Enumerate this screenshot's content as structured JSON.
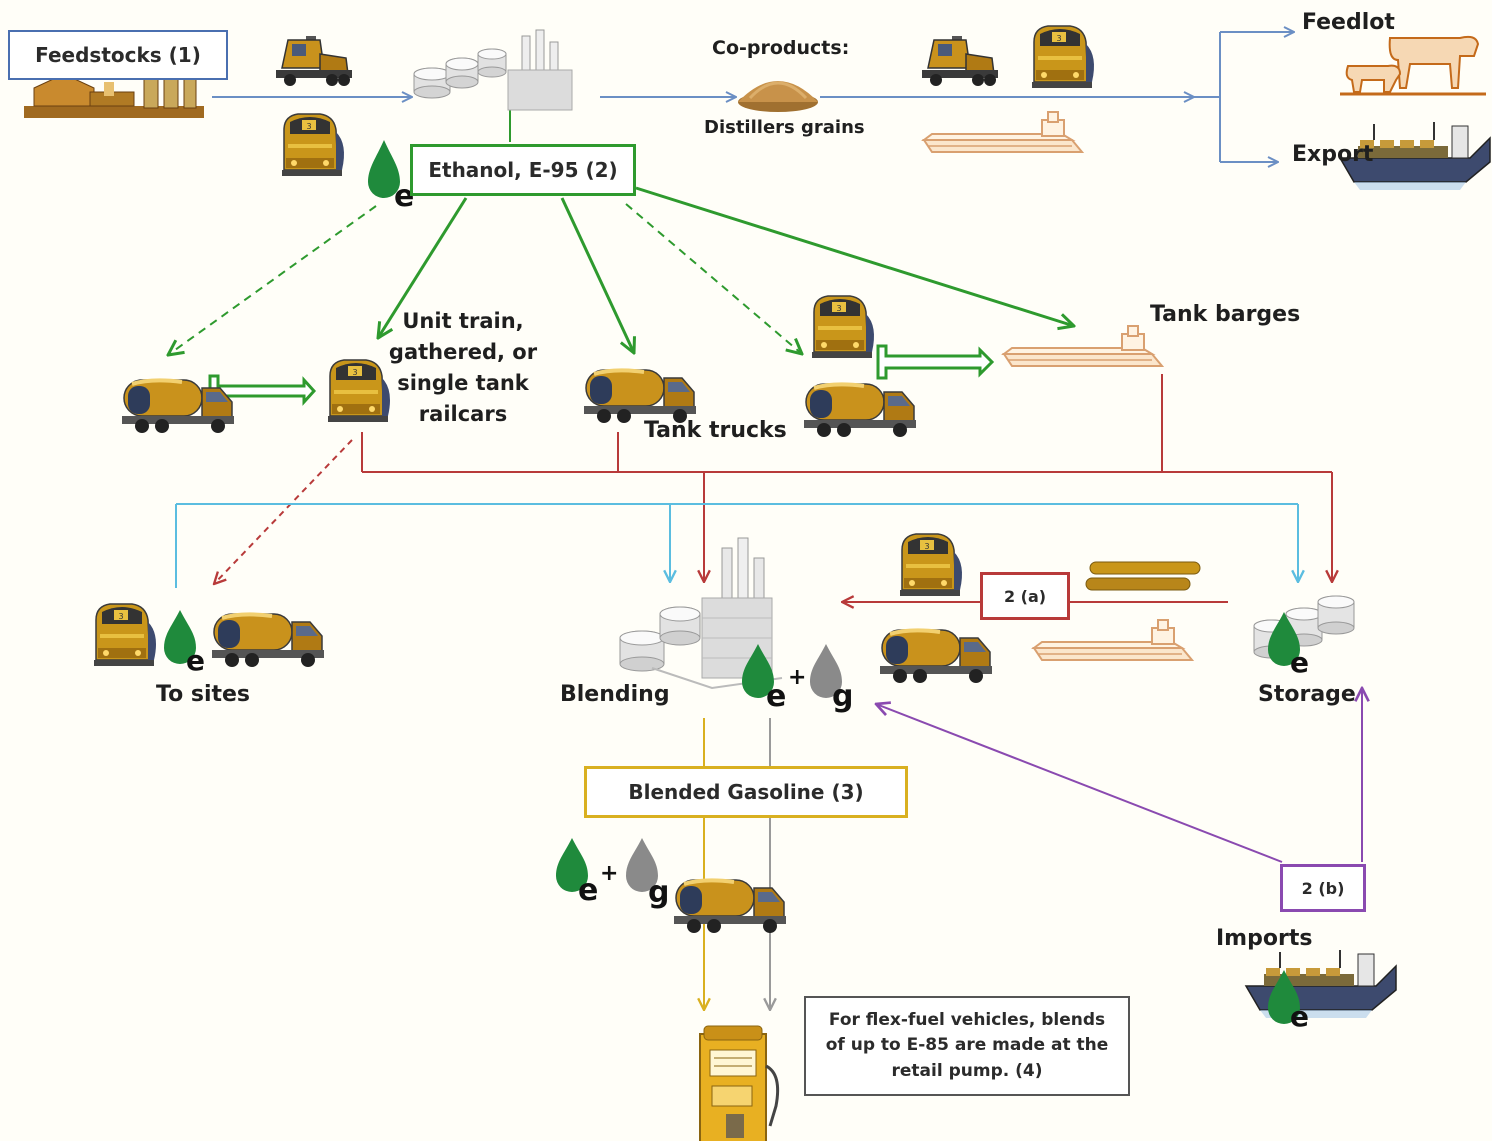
{
  "feedstocks_label": "Feedstocks (1)",
  "ethanol_label": "Ethanol, E-95 (2)",
  "coproducts": {
    "title": "Co-products:",
    "subtitle": "Distillers grains"
  },
  "feedlot_label": "Feedlot",
  "export_label": "Export",
  "unit_train_lines": [
    "Unit train,",
    "gathered, or",
    "single tank",
    "railcars"
  ],
  "tank_trucks_label": "Tank trucks",
  "tank_barges_label": "Tank barges",
  "to_sites_label": "To sites",
  "blending_label": "Blending",
  "storage_label": "Storage",
  "label_2a": "2 (a)",
  "label_2b": "2 (b)",
  "blended_gasoline_label": "Blended Gasoline (3)",
  "imports_label": "Imports",
  "flex_fuel_note": "For flex-fuel vehicles, blends of up to E-85 are made at the retail pump. (4)",
  "drop_letters": {
    "ethanol": "e",
    "gasoline": "g",
    "plus": "+"
  },
  "icons": [
    "corn-farm-icon",
    "semi-truck-icon",
    "locomotive-icon",
    "ethanol-plant-icon",
    "grain-pile-icon",
    "barge-icon",
    "cattle-icon",
    "ship-icon",
    "tank-truck-icon",
    "refinery-icon",
    "storage-tanks-icon",
    "fuel-pump-icon",
    "pipeline-icon"
  ],
  "colors": {
    "blue_flow": "#6b8fc4",
    "green_flow": "#2e9a2e",
    "red_flow": "#b83a3a",
    "cyan_flow": "#5bbde0",
    "purple_flow": "#8a4ab0",
    "gold_flow": "#d9b020",
    "gray_flow": "#9a9a9a",
    "ethanol_drop": "#1f8a3c",
    "gasoline_drop": "#8a8a8a"
  }
}
